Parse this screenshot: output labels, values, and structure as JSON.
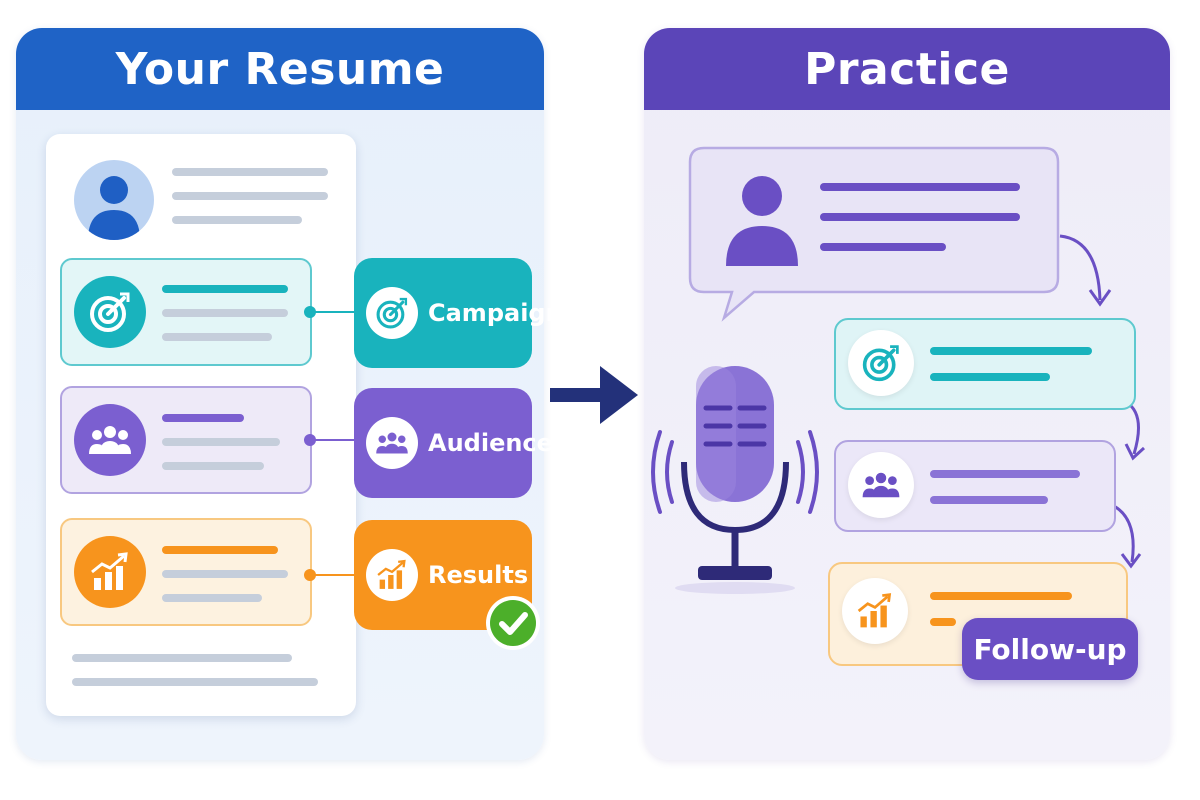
{
  "left_panel": {
    "title": "Your Resume"
  },
  "right_panel": {
    "title": "Practice"
  },
  "tags": {
    "campaign": "Campaign",
    "audience": "Audience",
    "results": "Results"
  },
  "followup_label": "Follow-up",
  "colors": {
    "blue": "#1f63c6",
    "purple": "#5b45b8",
    "teal": "#19b3bd",
    "violet": "#7b5fd0",
    "orange": "#f7941d",
    "green": "#4caf2a"
  },
  "icons": [
    "user-icon",
    "target-icon",
    "group-icon",
    "growth-chart-icon",
    "check-icon",
    "microphone-icon",
    "arrow-right-icon",
    "curved-arrow-icon"
  ]
}
